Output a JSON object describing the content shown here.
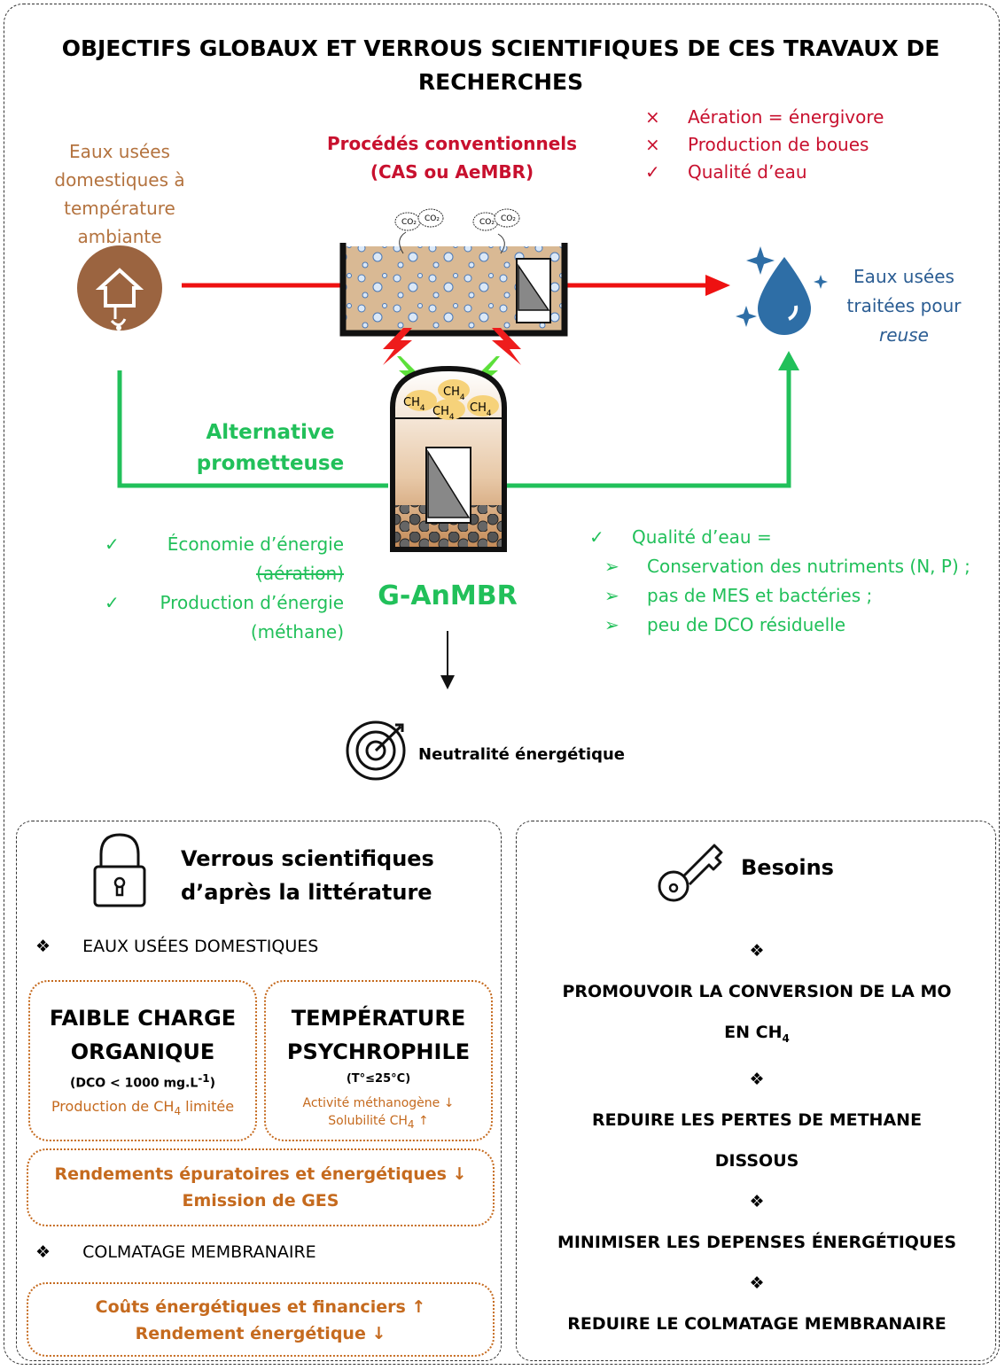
{
  "title": "OBJECTIFS GLOBAUX ET VERROUS SCIENTIFIQUES DE CES TRAVAUX DE RECHERCHES",
  "source": {
    "lines": [
      "Eaux usées",
      "domestiques à",
      "température",
      "ambiante"
    ]
  },
  "conventional": {
    "title_line1": "Procédés conventionnels",
    "title_line2": "(CAS ou AeMBR)",
    "items": [
      {
        "mark": "×",
        "text": "Aération = énergivore"
      },
      {
        "mark": "×",
        "text": "Production de boues"
      },
      {
        "mark": "✓",
        "text": "Qualité d’eau"
      }
    ],
    "co2_label": "CO₂"
  },
  "treated": {
    "line1": "Eaux usées",
    "line2": "traitées pour",
    "line3": "reuse"
  },
  "alternative": {
    "line1": "Alternative",
    "line2": "prometteuse"
  },
  "reactor": {
    "name": "G-AnMBR",
    "gas": "CH",
    "gas_sub": "4"
  },
  "gains": [
    {
      "mark": "✓",
      "text": "Économie d’énergie",
      "detail": "(aération)"
    },
    {
      "mark": "✓",
      "text": "Production d’énergie",
      "detail": "(méthane)"
    }
  ],
  "quality": {
    "mark": "✓",
    "title": "Qualité d’eau =",
    "items": [
      "Conservation des nutriments (N, P) ;",
      "pas de MES et bactéries ;",
      "peu de DCO résiduelle"
    ],
    "bullet": "➢"
  },
  "goal": "Neutralité énergétique",
  "locks": {
    "title_line1": "Verrous scientifiques",
    "title_line2": "d’après la littérature",
    "section1": "EAUX USÉES DOMESTIQUES",
    "section2": "COLMATAGE MEMBRANAIRE",
    "bullet": "❖",
    "box1": {
      "line1": "FAIBLE CHARGE",
      "line2": "ORGANIQUE",
      "detail": "(DCO < 1000 mg.L",
      "detail_sup": "-1",
      "detail_end": ")",
      "effect_pre": "Production de CH",
      "effect_sub": "4",
      "effect_post": " limitée"
    },
    "box2": {
      "line1": "TEMPÉRATURE",
      "line2": "PSYCHROPHILE",
      "detail": "(T°≤25°C)",
      "effect1": "Activité méthanogène ↓",
      "effect2_pre": "Solubilité CH",
      "effect2_sub": "4",
      "effect2_post": " ↑"
    },
    "box3": {
      "line1": "Rendements épuratoires et énergétiques ↓",
      "line2": "Emission de GES"
    },
    "box4": {
      "line1": "Coûts énergétiques et financiers ↑",
      "line2": "Rendement énergétique ↓"
    }
  },
  "needs": {
    "title": "Besoins",
    "bullet": "❖",
    "item1_line1": "PROMOUVOIR LA CONVERSION DE LA MO",
    "item1_line2": "EN CH",
    "item1_sub": "4",
    "item2_line1": "REDUIRE LES PERTES DE METHANE",
    "item2_line2": "DISSOUS",
    "item3": "MINIMISER LES DEPENSES ÉNERGÉTIQUES",
    "item4": "REDUIRE LE COLMATAGE MEMBRANAIRE"
  },
  "colors": {
    "brown": "#b4733f",
    "red": "#c8102e",
    "green": "#21c05a",
    "blue": "#2b5d93",
    "orange": "#c56a1e"
  }
}
